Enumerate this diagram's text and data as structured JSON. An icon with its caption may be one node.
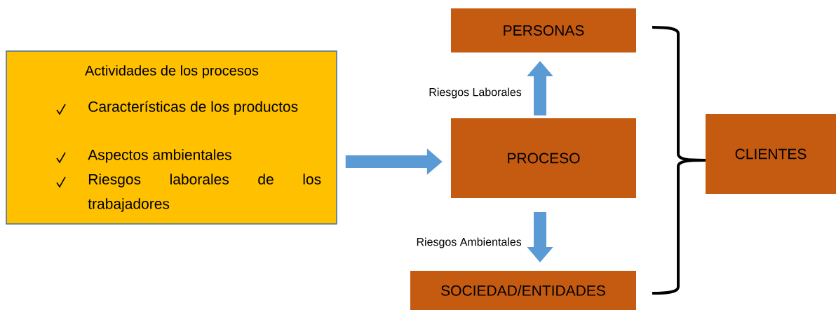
{
  "diagram": {
    "nodes": [
      {
        "text": [
          "Actividades de los procesos",
          "Características de los productos",
          "Aspectos ambientales",
          "Riesgos laborales de los trabajadores"
        ]
      },
      {
        "text": [
          "PERSONAS"
        ]
      },
      {
        "text": [
          "PROCESO"
        ]
      },
      {
        "text": [
          "SOCIEDAD/ENTIDADES"
        ]
      },
      {
        "text": [
          "CLIENTES"
        ]
      }
    ],
    "edges": [
      {
        "from": 0,
        "to": 2,
        "arrow": "to"
      },
      {
        "from": 2,
        "to": 1,
        "arrow": "to",
        "label": "Riesgos Laborales"
      },
      {
        "from": 2,
        "to": 3,
        "arrow": "to",
        "label": "Riesgos Ambientales"
      }
    ]
  }
}
